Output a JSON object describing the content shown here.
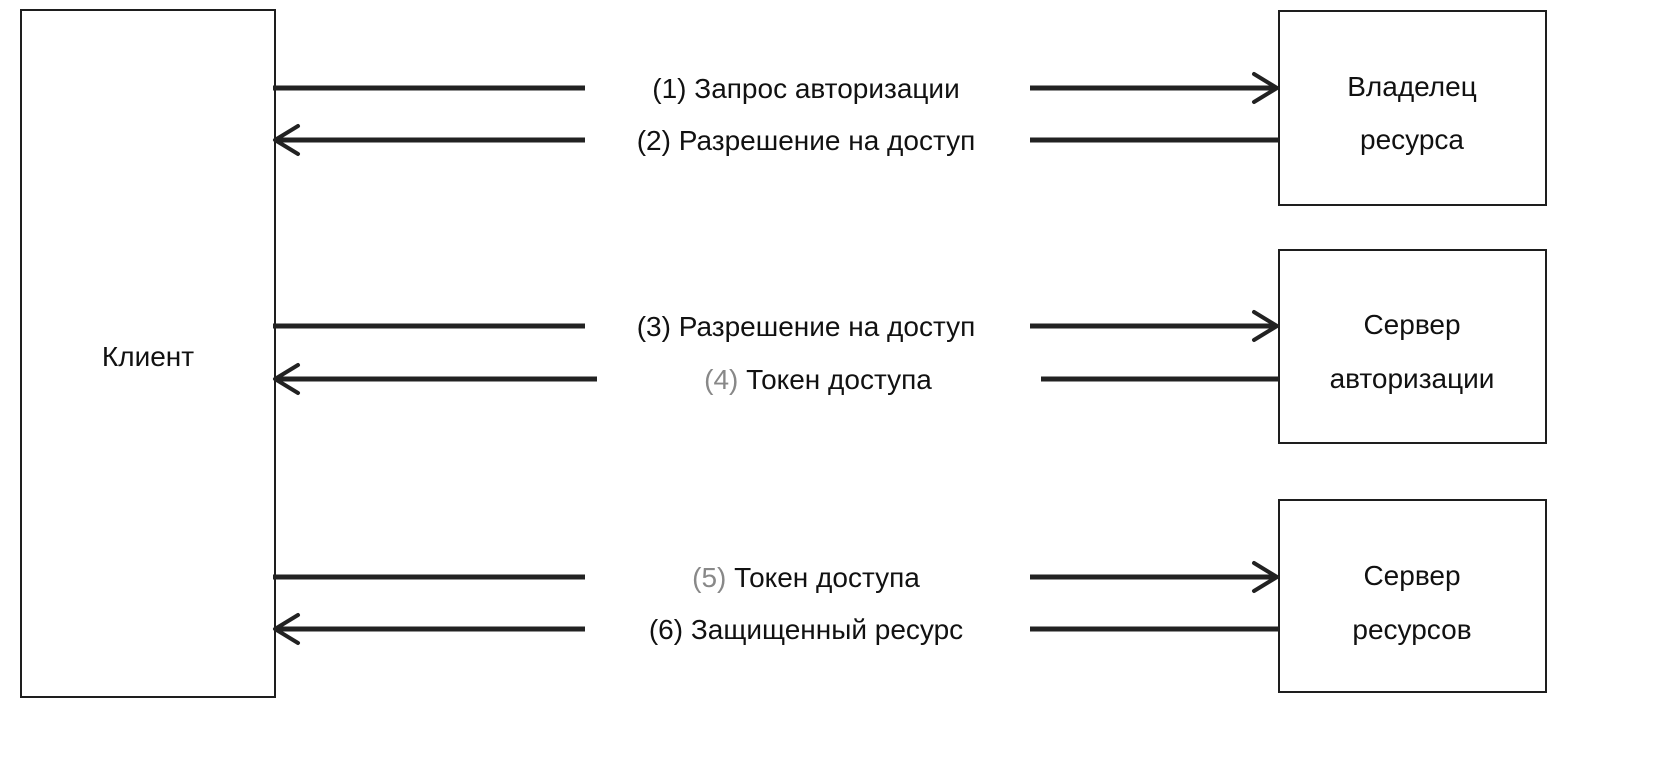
{
  "client": {
    "label": "Клиент"
  },
  "parties": [
    {
      "line1": "Владелец",
      "line2": "ресурса"
    },
    {
      "line1": "Сервер",
      "line2": "авторизации"
    },
    {
      "line1": "Сервер",
      "line2": "ресурсов"
    }
  ],
  "messages": [
    {
      "num": "(1)",
      "text": "Запрос авторизации",
      "direction": "right"
    },
    {
      "num": "(2)",
      "text": "Разрешение на доступ",
      "direction": "left"
    },
    {
      "num": "(3)",
      "text": "Разрешение на доступ",
      "direction": "right"
    },
    {
      "num": "(4)",
      "text": "Токен доступа",
      "direction": "left"
    },
    {
      "num": "(5)",
      "text": "Токен доступа",
      "direction": "right"
    },
    {
      "num": "(6)",
      "text": "Защищенный ресурс",
      "direction": "left"
    }
  ]
}
